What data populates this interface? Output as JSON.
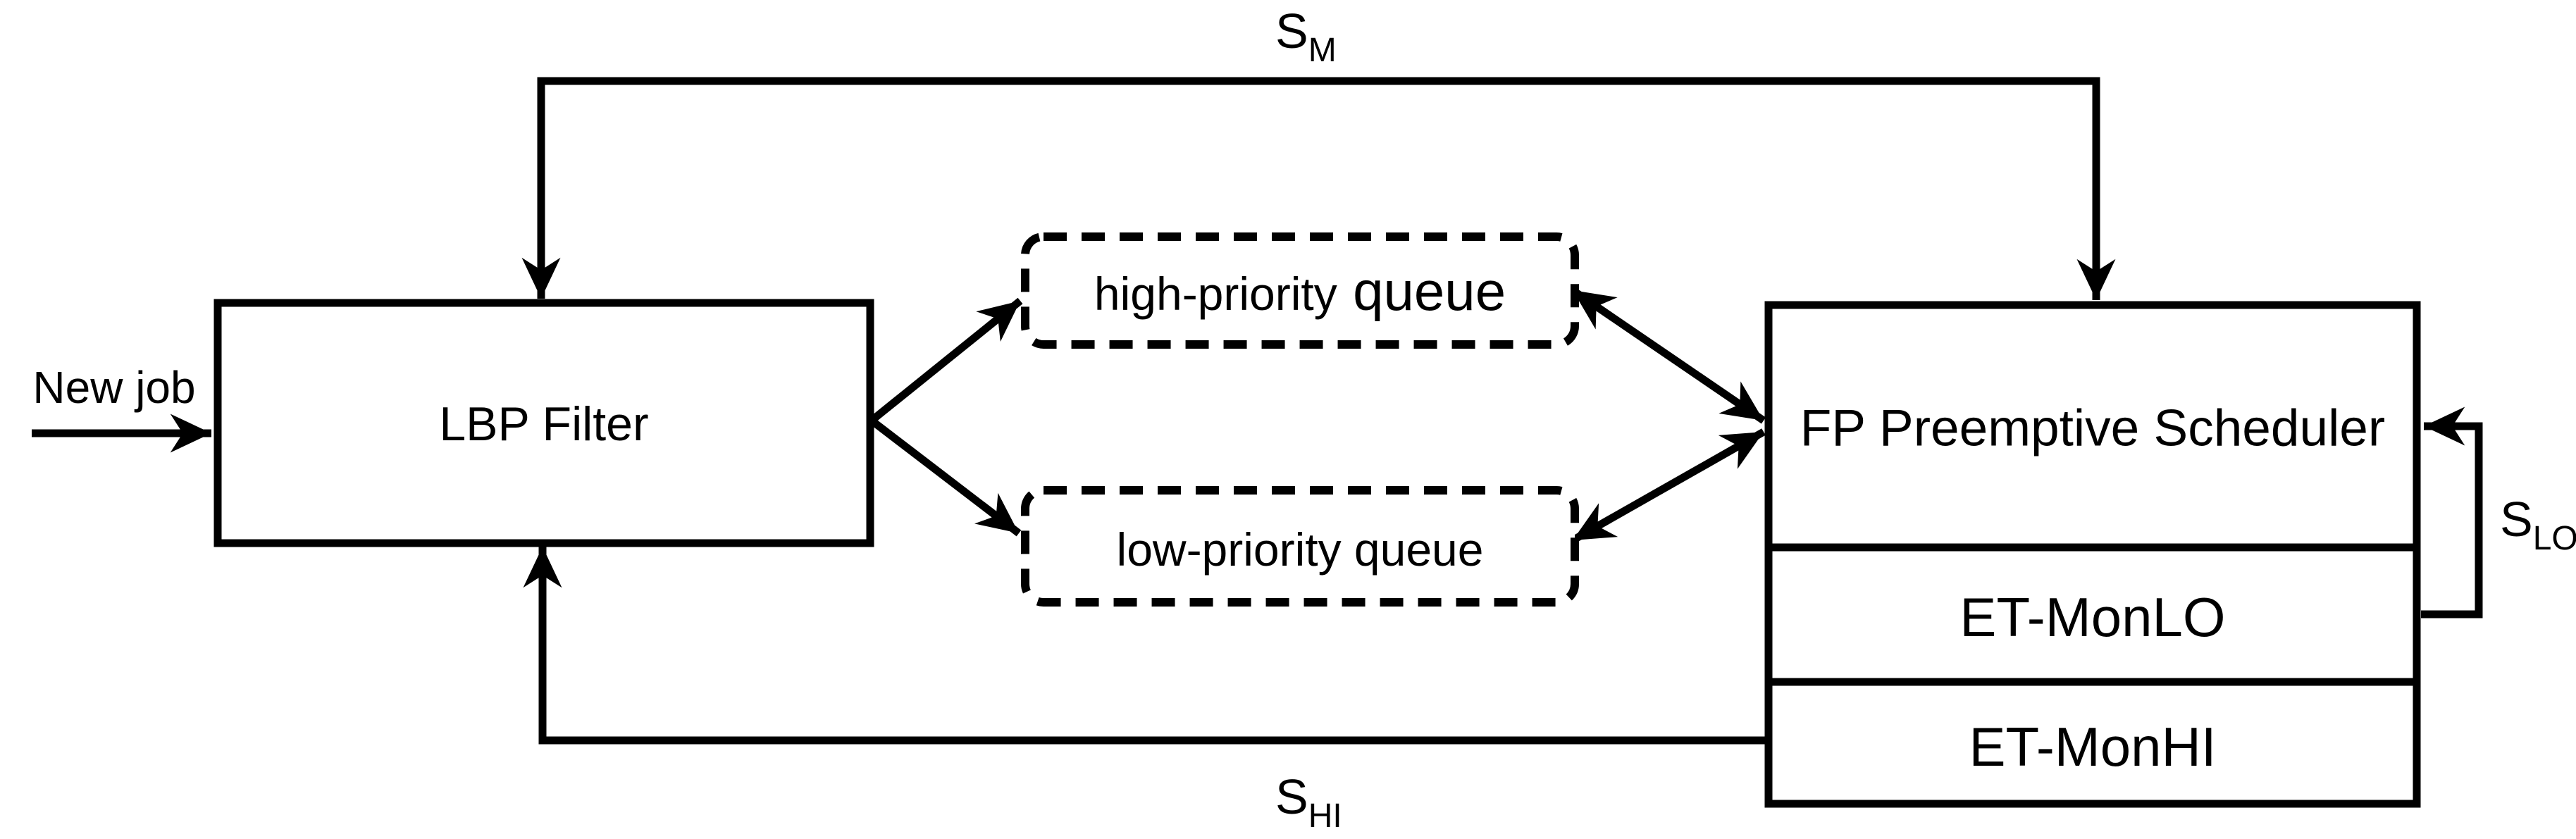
{
  "diagram": {
    "colors": {
      "stroke": "#000000",
      "background": "#ffffff"
    },
    "input": {
      "label": "New job"
    },
    "nodes": {
      "lbp_filter": {
        "label": "LBP Filter"
      },
      "high_priority_queue": {
        "label_prefix": "high-priority",
        "label_emphasis": "queue"
      },
      "low_priority_queue": {
        "label": "low-priority queue"
      },
      "fp_scheduler": {
        "label": "FP Preemptive Scheduler"
      },
      "et_mon_lo": {
        "label": "ET-MonLO"
      },
      "et_mon_hi": {
        "label": "ET-MonHI"
      }
    },
    "signals": {
      "s_m": {
        "base": "S",
        "subscript": "M"
      },
      "s_hi": {
        "base": "S",
        "subscript": "HI"
      },
      "s_lo": {
        "base": "S",
        "subscript": "LO"
      }
    }
  }
}
